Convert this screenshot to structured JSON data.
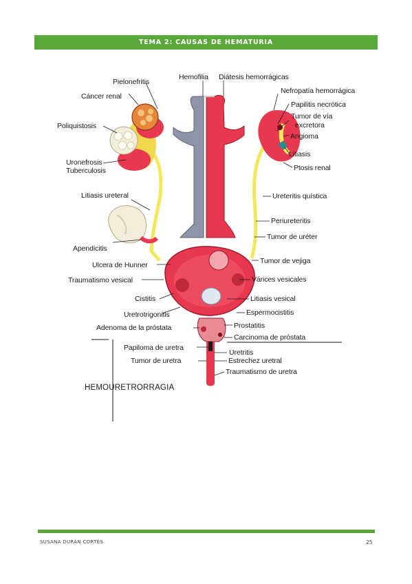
{
  "header": {
    "title": "TEMA 2: CAUSAS DE HEMATURIA"
  },
  "diagram": {
    "labels": {
      "hemofilia": "Hemofilia",
      "diatesis": "Diátesis hemorrágicas",
      "pielonefritis": "Pielonefritis",
      "cancer_renal": "Cáncer renal",
      "poliquistosis": "Poliquistosis",
      "uronefrosis": "Uronefrosis",
      "tuberculosis": "Tuberculosis",
      "nefropatia": "Nefropatía hemorrágica",
      "papilitis": "Papilitis necrótica",
      "tumor_via_1": "Tumor de vía",
      "tumor_via_2": "excretora",
      "angioma": "Angioma",
      "litiasis": "Litiasis",
      "ptosis": "Ptosis renal",
      "litiasis_ureteral": "Litiasis ureteral",
      "ureteritis": "Ureteritis quística",
      "periureteritis": "Periureteritis",
      "tumor_ureter": "Tumor de uréter",
      "apendicitis": "Apendicitis",
      "ulcera": "Ulcera de Hunner",
      "traumatismo_vesical": "Traumatismo vesical",
      "tumor_vejiga": "Tumor de vejiga",
      "varices": "Várices vesicales",
      "cistitis": "Cistitis",
      "litiasis_vesical": "Litiasis vesical",
      "uretrotrigonitis": "Uretrotrigonitis",
      "espermocistitis": "Espermocistitis",
      "adenoma": "Adenoma de la próstata",
      "prostatitis": "Prostatitis",
      "carcinoma": "Carcinoma de próstata",
      "papiloma": "Papiloma de uretra",
      "uretritis": "Uretritis",
      "tumor_uretra": "Tumor de uretra",
      "estrechez": "Estrechez uretral",
      "traumatismo_uretra": "Traumatismo de uretra",
      "hemouretrorragia": "HEMOURETRORRAGIA"
    }
  },
  "footer": {
    "author": "SUSANA DURÁN CORTÉS",
    "page": "25"
  },
  "colors": {
    "accent": "#5aa83a",
    "organ": "#e8384f",
    "vein": "#8f95a8",
    "ureter": "#f3e85c"
  }
}
